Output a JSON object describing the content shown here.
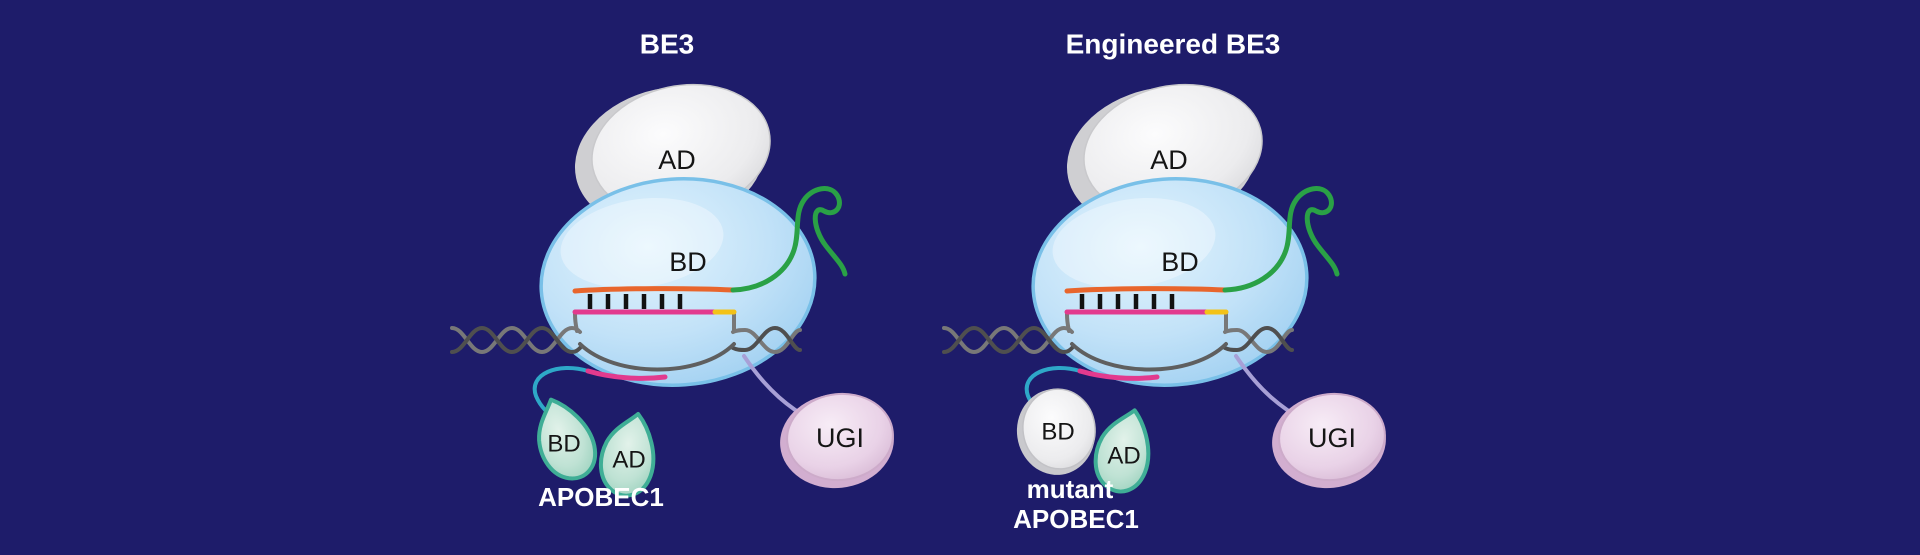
{
  "figure": {
    "background_color": "#1e1c6a",
    "panels": [
      {
        "title": "BE3",
        "cas9": {
          "activation_domain_label": "AD",
          "binding_domain_label": "BD"
        },
        "apobec": {
          "binding_domain_label": "BD",
          "deaminase_domain_label": "AD",
          "name": "APOBEC1"
        },
        "ugi_label": "UGI"
      },
      {
        "title": "Engineered BE3",
        "cas9": {
          "activation_domain_label": "AD",
          "binding_domain_label": "BD"
        },
        "apobec": {
          "binding_domain_label": "BD",
          "deaminase_domain_label": "AD",
          "name_line1": "mutant",
          "name_line2": "APOBEC1"
        },
        "ugi_label": "UGI"
      }
    ],
    "colors": {
      "background_navy": "#1e1c6a",
      "cas9_body_blue": "#b9ddf6",
      "domain_grey": "#ececee",
      "sgrna_green": "#2aa146",
      "rna_orange": "#e8652c",
      "dna_grey": "#5f5f5f",
      "edited_strand_pink": "#e23a8e",
      "pam_yellow": "#f3c218",
      "linker_teal": "#2ea8c8",
      "linker_lavender": "#a8a0d6",
      "apobec_teal_fill": "#bfe2d4",
      "apobec_teal_stroke": "#3fae96",
      "ugi_pink": "#e9d2e7"
    }
  }
}
